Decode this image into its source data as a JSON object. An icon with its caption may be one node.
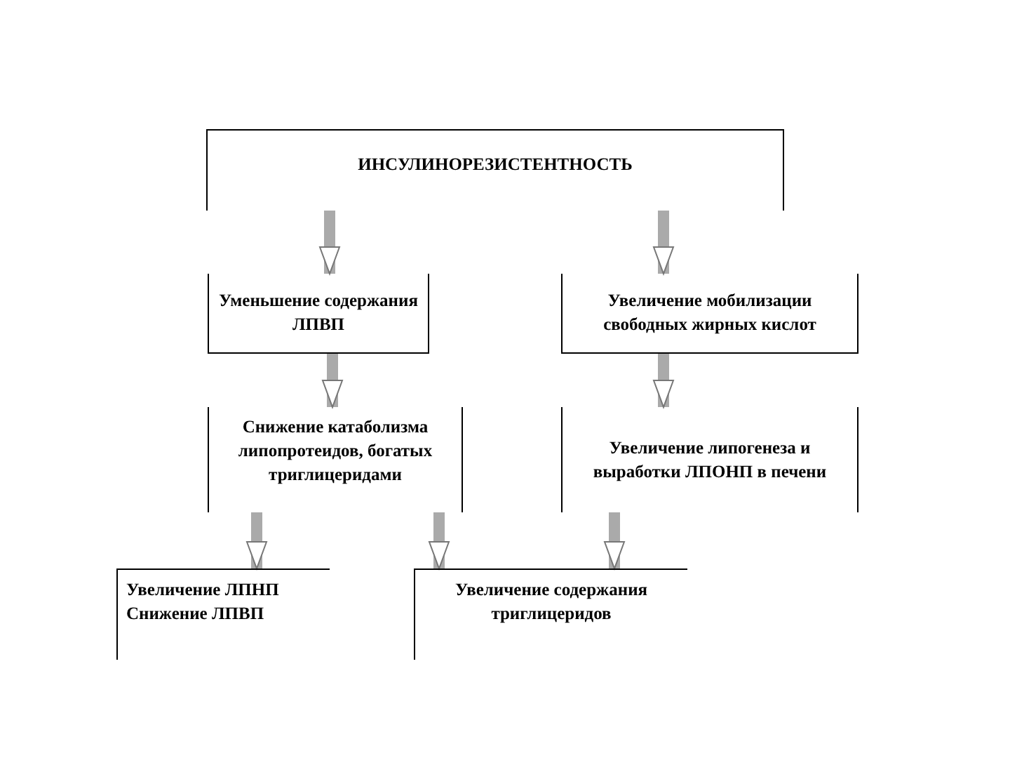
{
  "diagram": {
    "nodes": [
      {
        "text": [
          "ИНСУЛИНОРЕЗИСТЕНТНОСТЬ"
        ]
      },
      {
        "text": [
          "Уменьшение содержания ЛПВП"
        ]
      },
      {
        "text": [
          "Увеличение мобилизации свободных жирных кислот"
        ]
      },
      {
        "text": [
          "Снижение катаболизма липопротеидов, богатых триглицеридами"
        ]
      },
      {
        "text": [
          "Увеличение липогенеза и выработки ЛПОНП в печени"
        ]
      },
      {
        "text": [
          "Увеличение ЛПНП",
          "Снижение ЛПВП"
        ]
      },
      {
        "text": [
          "Увеличение содержания триглицеридов"
        ]
      }
    ],
    "edges": [
      {
        "from": 0,
        "to": 1,
        "arrow": "to"
      },
      {
        "from": 0,
        "to": 2,
        "arrow": "to"
      },
      {
        "from": 1,
        "to": 3,
        "arrow": "to"
      },
      {
        "from": 2,
        "to": 4,
        "arrow": "to"
      },
      {
        "from": 3,
        "to": 5,
        "arrow": "to"
      },
      {
        "from": 3,
        "to": 6,
        "arrow": "to"
      },
      {
        "from": 4,
        "to": 6,
        "arrow": "to"
      }
    ]
  }
}
